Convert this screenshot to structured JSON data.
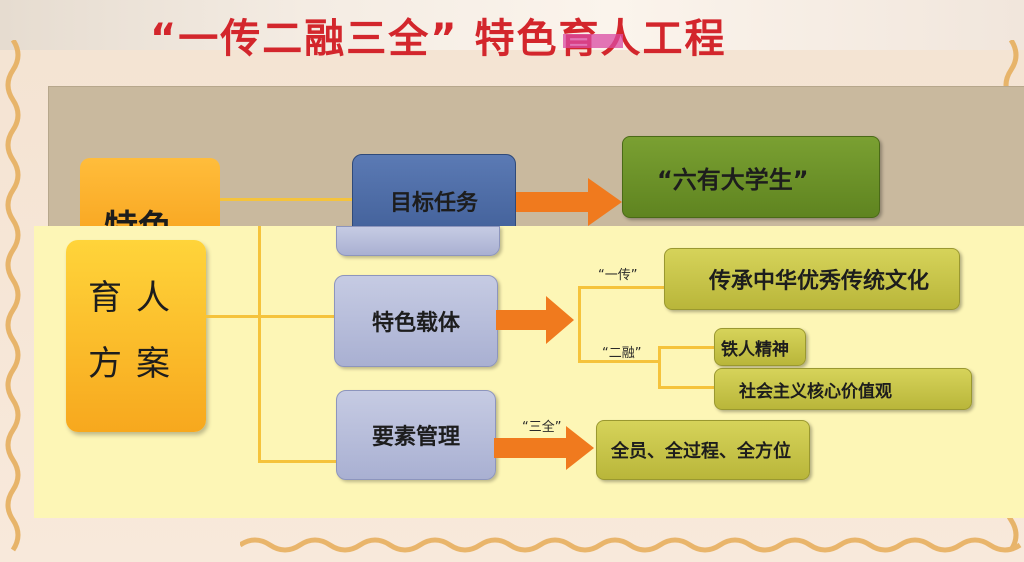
{
  "title": "“一传二融三全” 特色育人工程",
  "main_block": {
    "top_label": "特色",
    "lines": [
      "育人",
      "方案"
    ]
  },
  "categories": [
    {
      "label": "目标任务"
    },
    {
      "label": "特色载体"
    },
    {
      "label": "要素管理"
    }
  ],
  "results": {
    "goal": "“六有大学生”",
    "chuan": "传承中华优秀传统文化",
    "rong_1": "铁人精神",
    "rong_2": "社会主义核心价值观",
    "quan": "全员、全过程、全方位"
  },
  "tags": {
    "chuan": "“一传”",
    "rong": "“二融”",
    "quan": "“三全”"
  },
  "colors": {
    "title": "#d3262c",
    "connector": "#f5c33c",
    "arrow": "#f07a1e"
  }
}
